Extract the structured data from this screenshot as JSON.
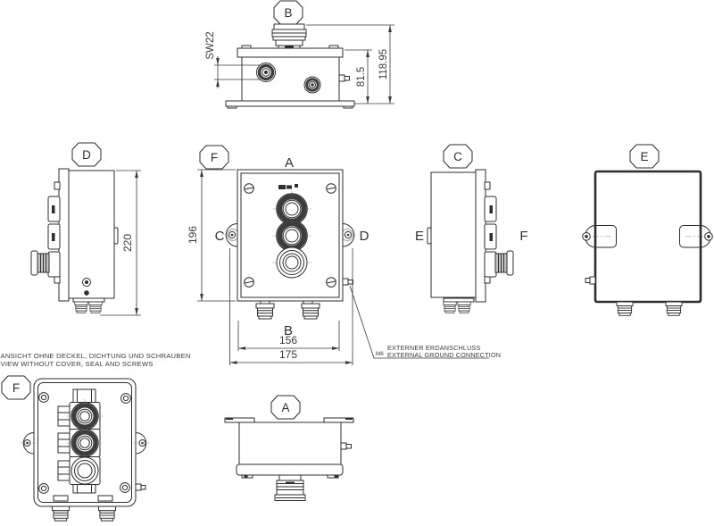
{
  "drawing": {
    "background_color": "#ffffff",
    "line_color": "#2e2e2e",
    "dimension_color": "#3a3a3a",
    "views": {
      "top": {
        "bubble": "B",
        "dim_wrench_size": "SW22",
        "dim_body_height": "81.5",
        "dim_total_height": "118.95"
      },
      "left_side": {
        "bubble": "D",
        "dim_height": "220"
      },
      "front": {
        "bubble": "F",
        "dir_top": "A",
        "dir_left": "C",
        "dir_right": "D",
        "dir_bottom": "B",
        "dim_height": "196",
        "dim_width_inner": "156",
        "dim_width_outer": "175"
      },
      "right_side": {
        "bubble": "C",
        "dir_left": "E",
        "dir_right": "F"
      },
      "rear": {
        "bubble": "E"
      },
      "open": {
        "bubble": "F",
        "note_de": "ANSICHT OHNE DECKEL, DICHTUNG UND SCHRAUBEN",
        "note_en": "VIEW WITHOUT COVER, SEAL AND SCREWS"
      },
      "bottom": {
        "bubble": "A"
      }
    },
    "ground_note": {
      "size": "M6",
      "line_de": "EXTERNER ERDANSCHLUSS",
      "line_en": "EXTERNAL GROUND CONNECTION"
    }
  }
}
